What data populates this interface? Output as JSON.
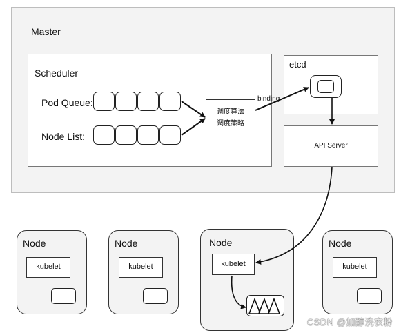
{
  "master": {
    "title": "Master"
  },
  "scheduler": {
    "title": "Scheduler",
    "pod_queue_label": "Pod Queue:",
    "node_list_label": "Node List:",
    "algorithm_lines": [
      "调度算法",
      "调度策略"
    ]
  },
  "edges": {
    "binding_label": "binding"
  },
  "etcd": {
    "title": "etcd"
  },
  "api_server": {
    "title": "API Server"
  },
  "nodes": [
    {
      "title": "Node",
      "kubelet": "kubelet"
    },
    {
      "title": "Node",
      "kubelet": "kubelet"
    },
    {
      "title": "Node",
      "kubelet": "kubelet"
    },
    {
      "title": "Node",
      "kubelet": "kubelet"
    }
  ],
  "watermark": "CSDN @加醇洗衣粉"
}
